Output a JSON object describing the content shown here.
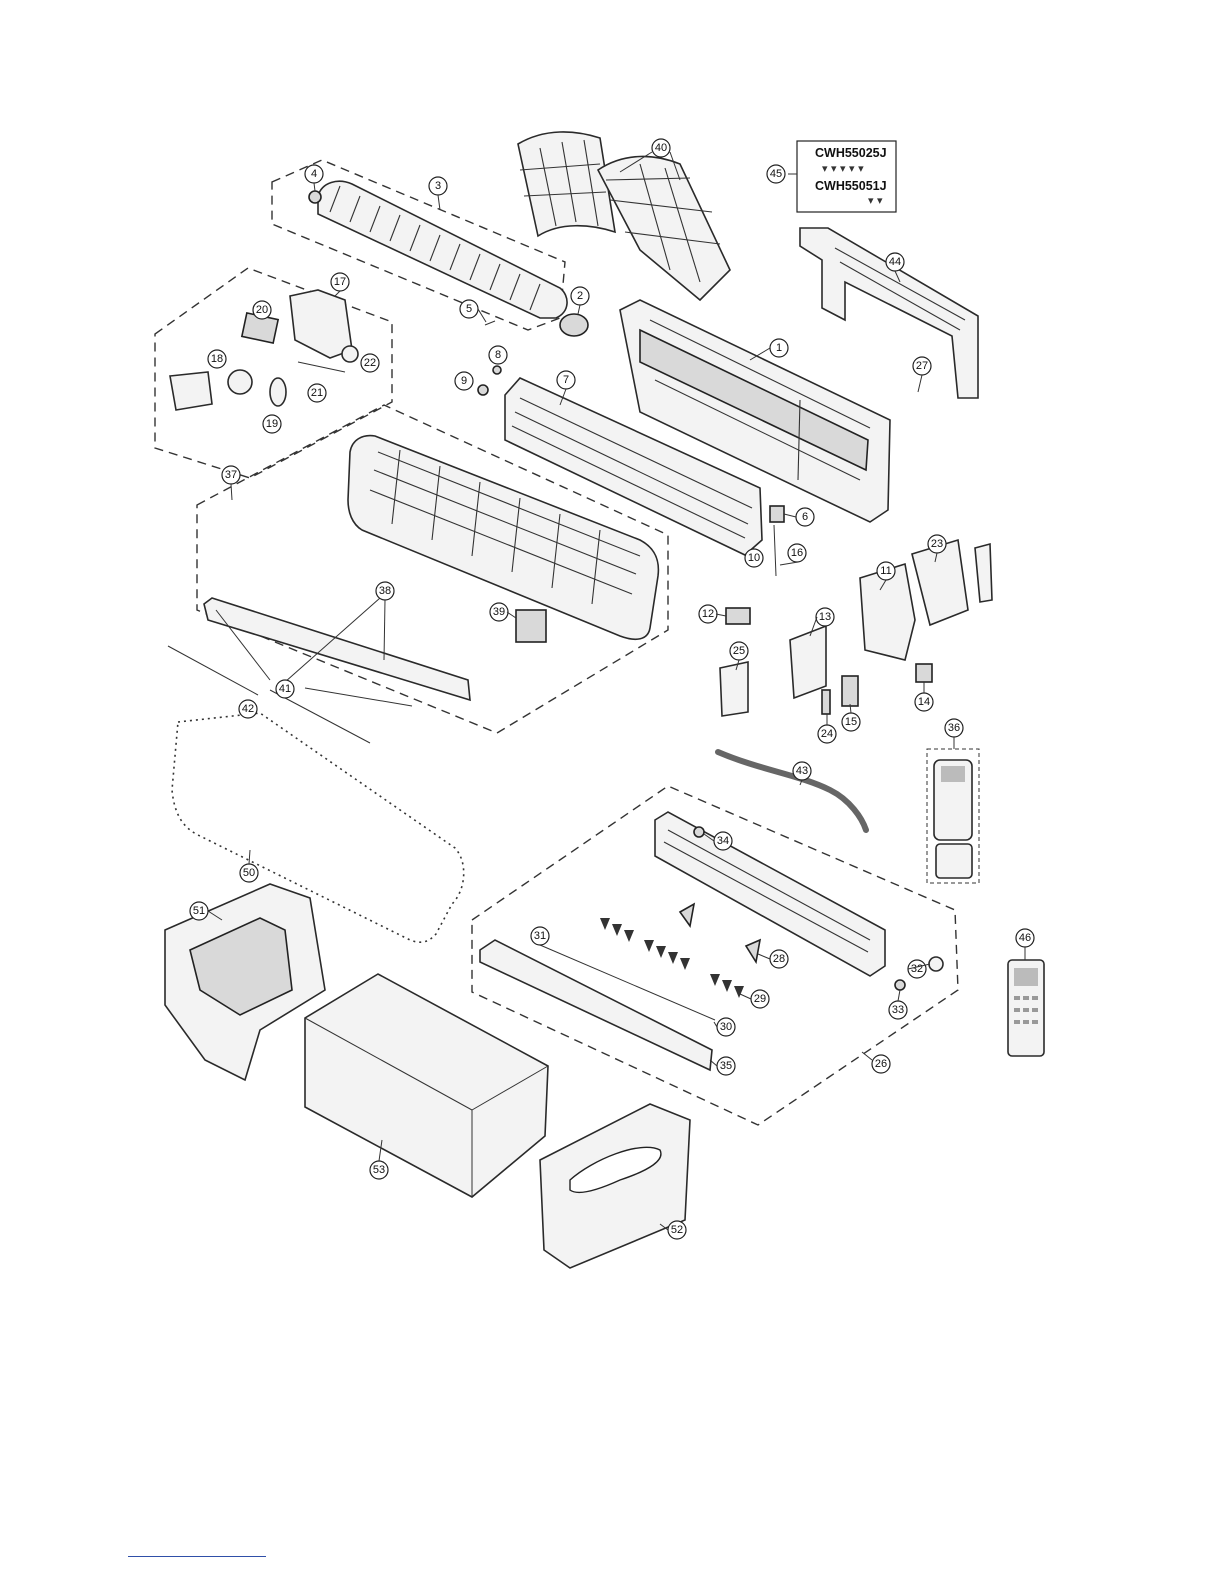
{
  "diagram": {
    "kit": {
      "label": "45",
      "codes": [
        "CWH55025J",
        "CWH55051J"
      ],
      "screw_counts": [
        5,
        2
      ]
    },
    "callouts": [
      "1",
      "2",
      "3",
      "4",
      "5",
      "6",
      "7",
      "8",
      "9",
      "10",
      "11",
      "12",
      "13",
      "14",
      "15",
      "16",
      "17",
      "18",
      "19",
      "20",
      "21",
      "22",
      "23",
      "24",
      "25",
      "26",
      "27",
      "28",
      "29",
      "30",
      "31",
      "32",
      "33",
      "34",
      "35",
      "36",
      "37",
      "38",
      "39",
      "40",
      "41",
      "42",
      "43",
      "44",
      "45",
      "46",
      "50",
      "51",
      "52",
      "53"
    ]
  }
}
